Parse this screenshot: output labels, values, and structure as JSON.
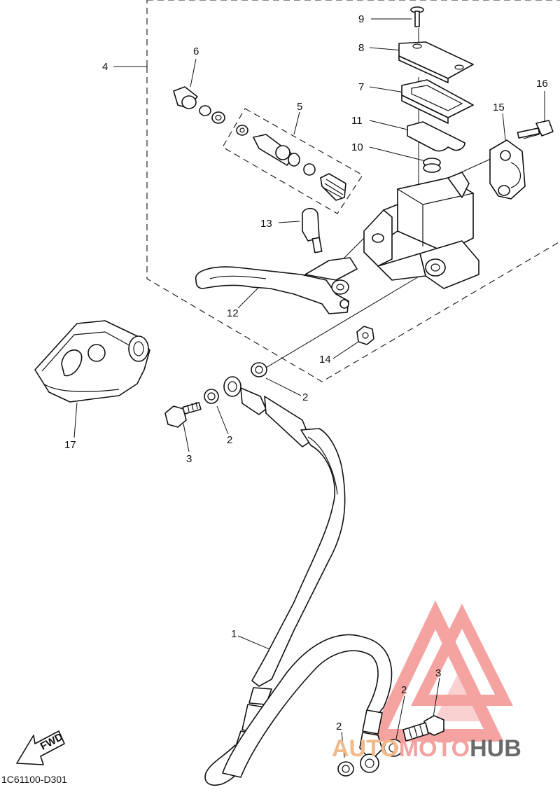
{
  "diagram": {
    "part_labels": [
      "1",
      "2",
      "2",
      "2",
      "2",
      "3",
      "3",
      "4",
      "5",
      "6",
      "7",
      "8",
      "9",
      "10",
      "11",
      "12",
      "13",
      "14",
      "15",
      "16",
      "17"
    ],
    "drawing_code": "1C61100-D301",
    "fwd_label": "FWD"
  },
  "watermark": {
    "text_a": "AUTO",
    "text_b": "MOTO",
    "text_c": "HUB",
    "color_a": "#f2b98a",
    "color_b": "#f3a2a0",
    "color_c": "#6a6a6a",
    "logo_color": "#f39a97"
  }
}
